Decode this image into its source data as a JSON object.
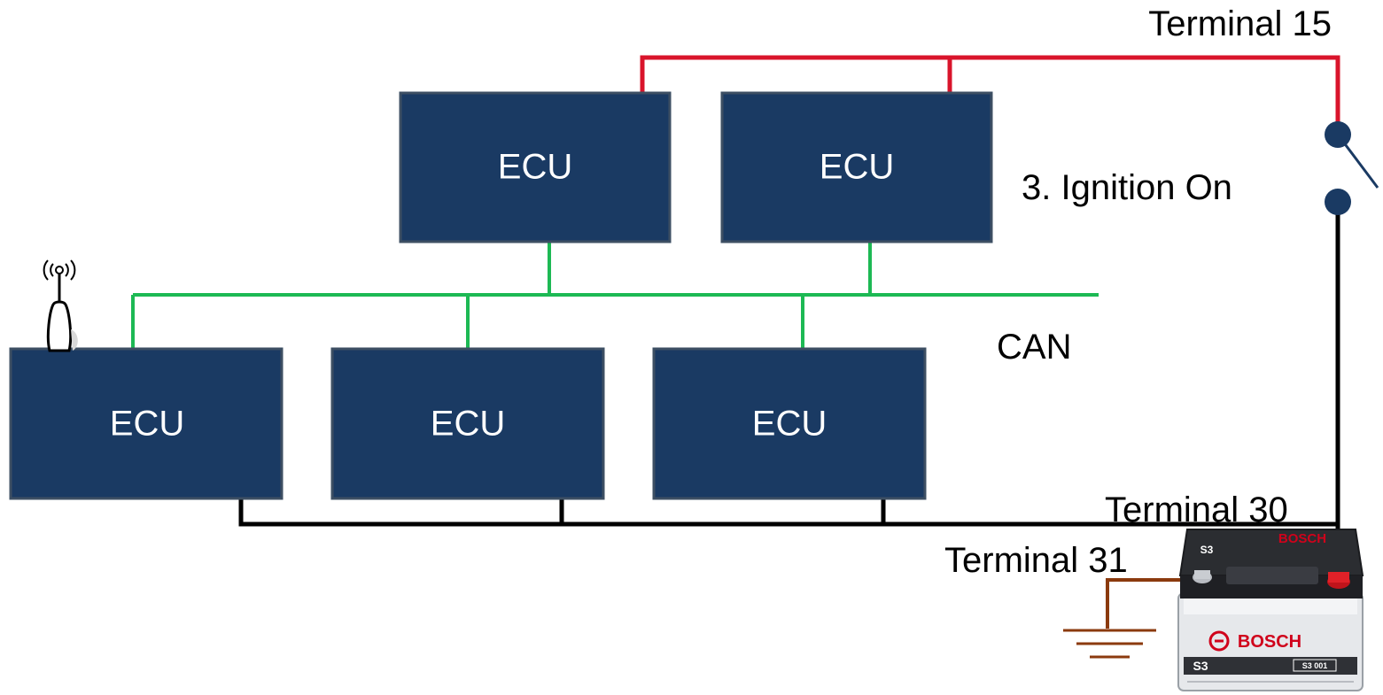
{
  "labels": {
    "terminal_15": "Terminal 15",
    "ignition": "3. Ignition On",
    "can": "CAN",
    "terminal_30": "Terminal 30",
    "terminal_31": "Terminal 31"
  },
  "ecus": [
    {
      "label": "ECU"
    },
    {
      "label": "ECU"
    },
    {
      "label": "ECU"
    },
    {
      "label": "ECU"
    },
    {
      "label": "ECU"
    }
  ],
  "battery": {
    "brand": "BOSCH",
    "model": "S3",
    "code": "S3 001"
  },
  "colors": {
    "ecu_fill": "#1a3a63",
    "terminal_15_wire": "#d9142b",
    "can_bus": "#1db954",
    "terminal_30_wire": "#000000",
    "ground_wire": "#8b3a0e",
    "switch": "#1a3a63",
    "battery_brand": "#d0021b"
  },
  "icons": {
    "antenna": "antenna-icon",
    "switch": "ignition-switch-icon",
    "ground": "ground-symbol-icon",
    "battery": "car-battery-icon"
  }
}
